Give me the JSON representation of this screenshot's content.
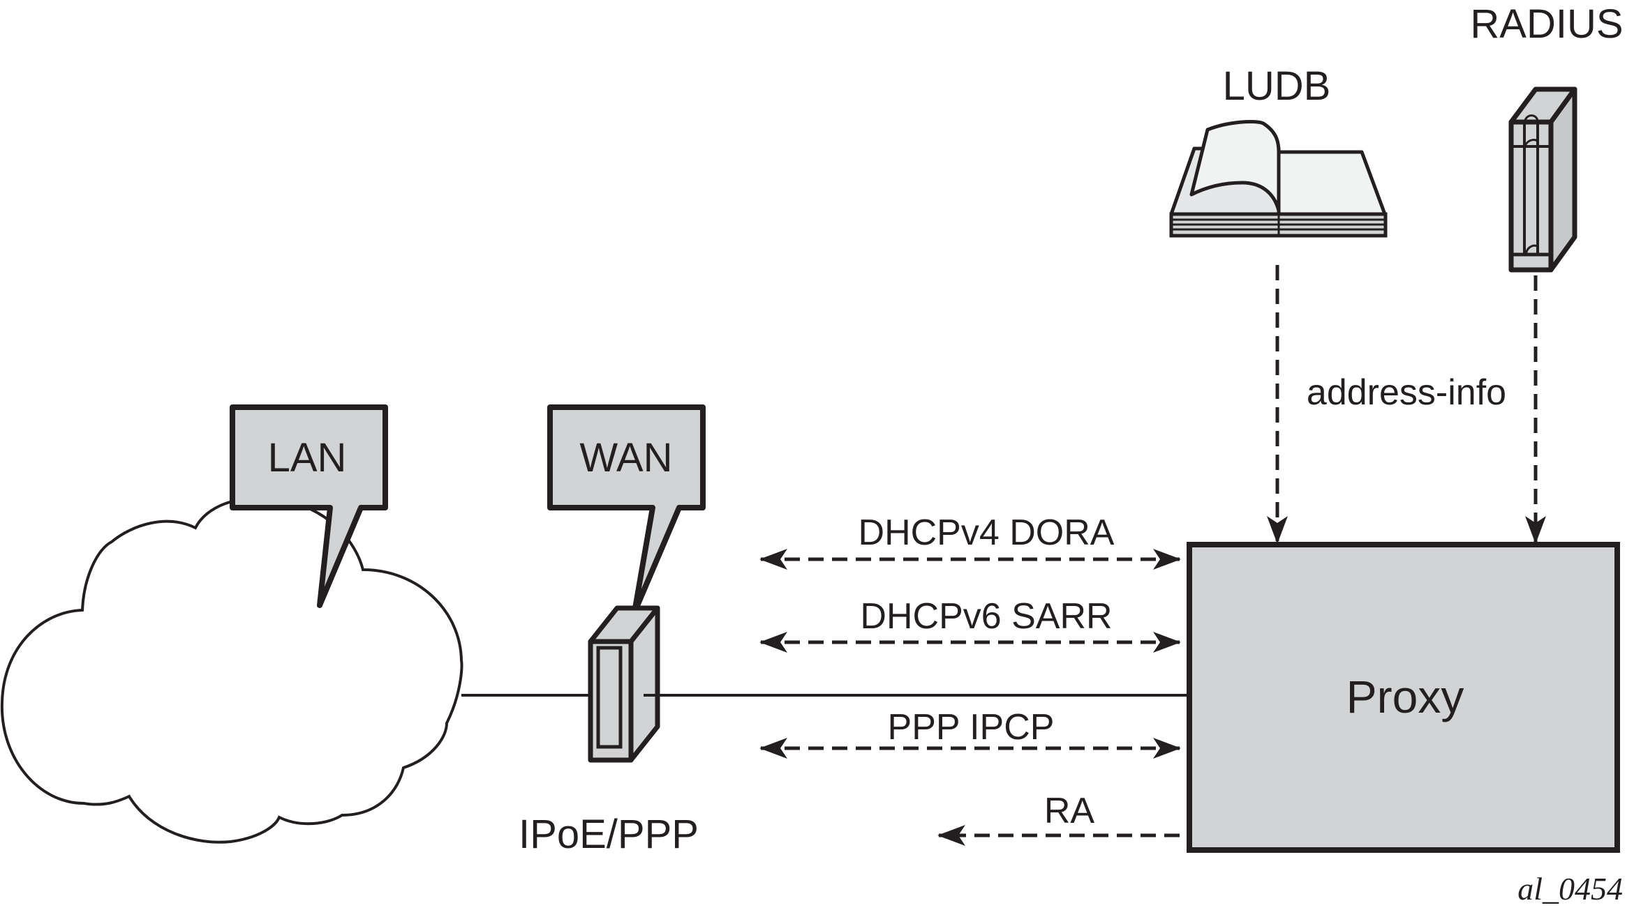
{
  "figure": {
    "id_label": "al_0454",
    "colors": {
      "ink": "#231f20",
      "box_fill": "#d1d3d4",
      "page_fill": "#f1f2f2",
      "page_shade": "#e6e7e8",
      "background": "#ffffff"
    }
  },
  "nodes": {
    "lan_callout": {
      "label": "LAN",
      "icon": "speech-callout"
    },
    "wan_callout": {
      "label": "WAN",
      "icon": "speech-callout"
    },
    "cloud": {
      "icon": "cloud-icon"
    },
    "cpe": {
      "label": "IPoE/PPP",
      "icon": "network-device-icon"
    },
    "proxy": {
      "label": "Proxy"
    },
    "ludb": {
      "label": "LUDB",
      "icon": "book-icon"
    },
    "radius": {
      "label": "RADIUS",
      "icon": "server-icon"
    }
  },
  "flows": [
    {
      "label": "DHCPv4 DORA",
      "direction": "bidirectional"
    },
    {
      "label": "DHCPv6 SARR",
      "direction": "bidirectional"
    },
    {
      "label": "PPP IPCP",
      "direction": "bidirectional"
    },
    {
      "label": "RA",
      "direction": "proxy-to-client"
    }
  ],
  "address_info": {
    "label": "address-info",
    "sources": [
      "LUDB",
      "RADIUS"
    ],
    "target": "Proxy"
  }
}
